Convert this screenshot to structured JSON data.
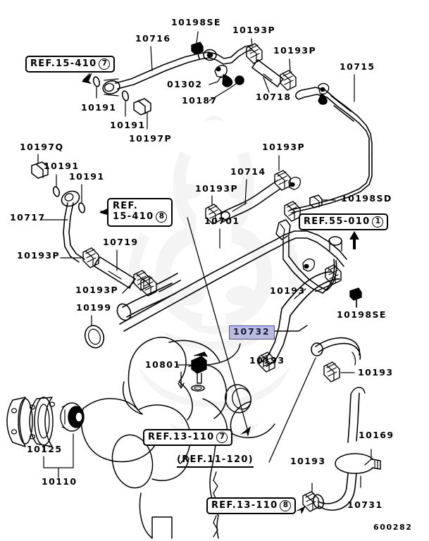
{
  "diagram": {
    "title": "Water hose and pipe assembly parts diagram",
    "code": "600282",
    "highlight_color": "#b9bce0",
    "highlight_border_color": "#4f4fa8",
    "line_color": "#000000",
    "background_color": "#ffffff"
  },
  "highlighted_part": {
    "number": "10732"
  },
  "callouts": [
    {
      "id": "c01",
      "number": "10198SE"
    },
    {
      "id": "c02",
      "number": "10193P"
    },
    {
      "id": "c03",
      "number": "10716"
    },
    {
      "id": "c04",
      "number": "10193P"
    },
    {
      "id": "c05",
      "number": "10715"
    },
    {
      "id": "c06",
      "number": "01302"
    },
    {
      "id": "c07",
      "number": "10187"
    },
    {
      "id": "c08",
      "number": "10718"
    },
    {
      "id": "c09",
      "number": "10191"
    },
    {
      "id": "c10",
      "number": "10191"
    },
    {
      "id": "c11",
      "number": "10197P"
    },
    {
      "id": "c12",
      "number": "10197Q"
    },
    {
      "id": "c13",
      "number": "10191"
    },
    {
      "id": "c14",
      "number": "10191"
    },
    {
      "id": "c15",
      "number": "10717"
    },
    {
      "id": "c16",
      "number": "10193P"
    },
    {
      "id": "c17",
      "number": "10719"
    },
    {
      "id": "c18",
      "number": "10193P"
    },
    {
      "id": "c19",
      "number": "10714"
    },
    {
      "id": "c20",
      "number": "10193P"
    },
    {
      "id": "c21",
      "number": "10701"
    },
    {
      "id": "c22",
      "number": "10198SD"
    },
    {
      "id": "c23",
      "number": "10193P"
    },
    {
      "id": "c24",
      "number": "10199"
    },
    {
      "id": "c25",
      "number": "10193"
    },
    {
      "id": "c26",
      "number": "10198SE"
    },
    {
      "id": "c27",
      "number": "10193"
    },
    {
      "id": "c28",
      "number": "10801"
    },
    {
      "id": "c29",
      "number": "10193"
    },
    {
      "id": "c30",
      "number": "10169"
    },
    {
      "id": "c31",
      "number": "10125"
    },
    {
      "id": "c32",
      "number": "10110"
    },
    {
      "id": "c33",
      "number": "10193"
    },
    {
      "id": "c34",
      "number": "10731"
    }
  ],
  "ref_boxes": [
    {
      "id": "r1",
      "label": "REF.15-410",
      "line1": "REF.15-410",
      "circle": "7",
      "lines": 1
    },
    {
      "id": "r2",
      "label": "REF. 15-410",
      "line1": "REF.",
      "line2": "15-410",
      "circle": "8",
      "lines": 2
    },
    {
      "id": "r3",
      "label": "REF.55-010",
      "line1": "REF.55-010",
      "circle": "1",
      "lines": 1
    },
    {
      "id": "r4",
      "label": "REF.13-110",
      "line1": "REF.13-110",
      "circle": "7",
      "lines": 1
    },
    {
      "id": "r5",
      "label": "REF.13-110",
      "line1": "REF.13-110",
      "circle": "8",
      "lines": 1
    }
  ],
  "ref_plain": [
    {
      "id": "rp1",
      "label": "(REF.11-120)"
    }
  ]
}
